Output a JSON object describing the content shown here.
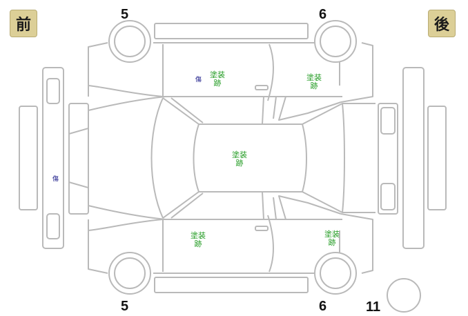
{
  "badges": {
    "front": "前",
    "rear": "後"
  },
  "wheel_numbers": {
    "front_top": "5",
    "rear_top": "6",
    "front_bottom": "5",
    "rear_bottom": "6",
    "spare": "11"
  },
  "marks": {
    "paint": "塗装\n跡",
    "damage": "傷"
  },
  "colors": {
    "outline": "#b9b9b9",
    "badge_bg": "#dccf97",
    "paint_mark": "#1f9a1f",
    "damage_mark": "#1a1a88"
  }
}
